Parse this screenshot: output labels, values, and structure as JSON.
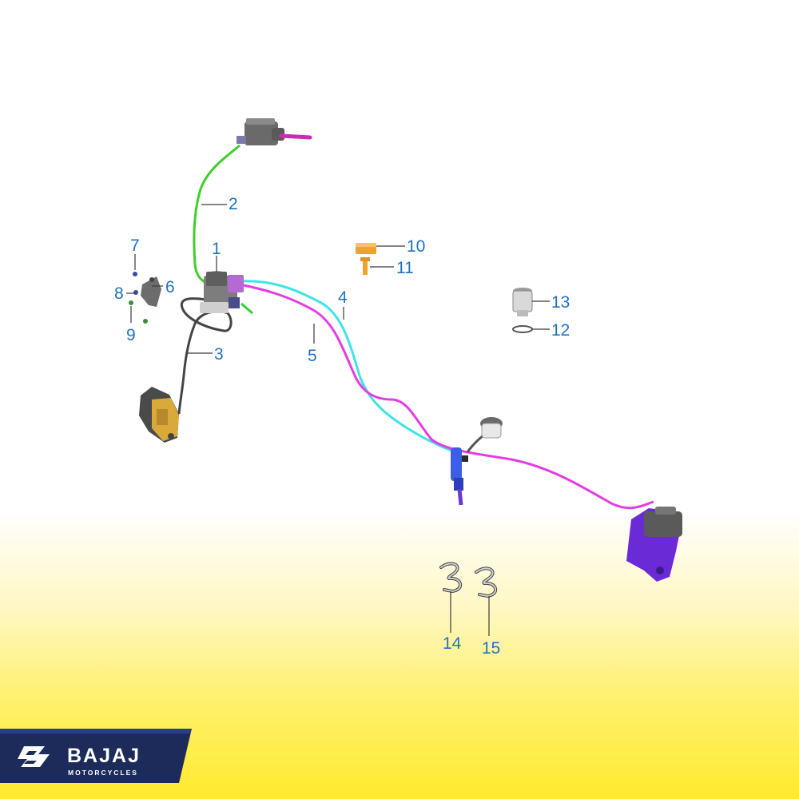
{
  "brand": {
    "name": "BAJAJ",
    "subtitle": "MOTORCYCLES",
    "colors": {
      "panel": "#1c2b5a",
      "text": "#ffffff"
    }
  },
  "diagram": {
    "callouts": [
      "1",
      "2",
      "3",
      "4",
      "5",
      "6",
      "7",
      "8",
      "9",
      "10",
      "11",
      "12",
      "13",
      "14",
      "15"
    ],
    "colors": {
      "callout_text": "#1f73c2",
      "hose_2": "#3ecf2b",
      "hose_3": "#444444",
      "hose_4": "#3fe3e8",
      "hose_5": "#e43ce3",
      "rear_caliper": "#6a2bd6",
      "front_caliper": "#d9a93a",
      "clamp_10": "#f0a22d"
    },
    "parts": [
      "abs-modulator-icon",
      "master-cylinder-icon",
      "front-caliper-icon",
      "rear-caliper-icon",
      "rear-master-cylinder-icon",
      "reservoir-icon",
      "bracket-icon",
      "clamp-icon",
      "bolt-icon",
      "banjo-bolt-icon",
      "washer-icon",
      "clip-icon"
    ]
  }
}
